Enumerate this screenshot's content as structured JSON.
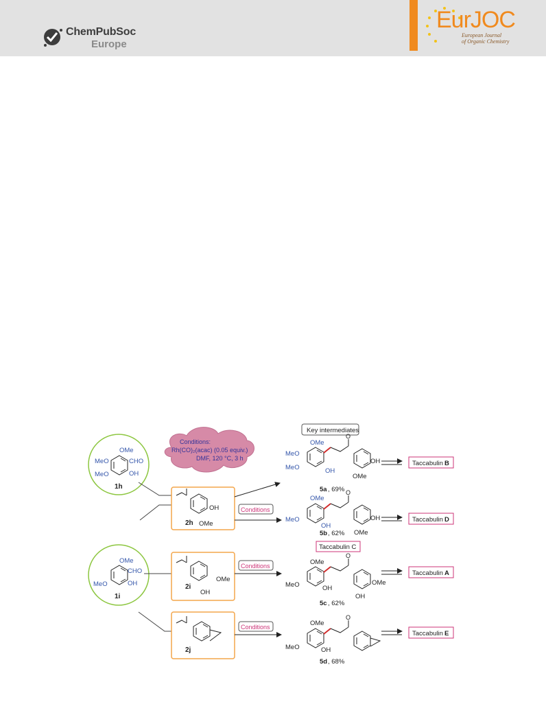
{
  "header": {
    "publisher_name": "ChemPubSoc",
    "publisher_sub": "Europe",
    "journal_logo": "EurJOC",
    "journal_sub1": "European Journal",
    "journal_sub2": "of Organic Chemistry",
    "colors": {
      "header_bg": "#e2e2e2",
      "accent": "#f08a1e"
    }
  },
  "scheme": {
    "key_label": "Key intermediates",
    "conditions_bubble": {
      "line1": "Conditions:",
      "line2": "Rh(CO)₂(acac) (0.05 equiv.)",
      "line3": "DMF, 120 °C, 3 h"
    },
    "conditions_tag": "Conditions",
    "substituents": {
      "ome": "OMe",
      "meo": "MeO",
      "oh": "OH",
      "cho": "CHO",
      "o": "O"
    },
    "aldehydes": [
      {
        "label": "1h"
      },
      {
        "label": "1i"
      }
    ],
    "enones": [
      {
        "label": "2h"
      },
      {
        "label": "2i"
      },
      {
        "label": "2j"
      }
    ],
    "products": [
      {
        "id": "5a",
        "yield": ", 69%",
        "target_name": "Taccabulin",
        "target_letter": "B"
      },
      {
        "id": "5b",
        "yield": ", 62%",
        "target_name": "Taccabulin",
        "target_letter": "D"
      },
      {
        "id": "5c",
        "yield": ", 62%",
        "target_name": "Taccabulin",
        "target_letter": "A"
      },
      {
        "id": "5d",
        "yield": ", 68%",
        "target_name": "Taccabulin",
        "target_letter": "E"
      }
    ],
    "extra_target": "Taccabulin C",
    "colors": {
      "blue": "#3355aa",
      "green": "#8cc63f",
      "orange": "#f3a54a",
      "pink": "#cc3377",
      "red": "#d12b2b",
      "cloud": "#d68aa7"
    }
  }
}
